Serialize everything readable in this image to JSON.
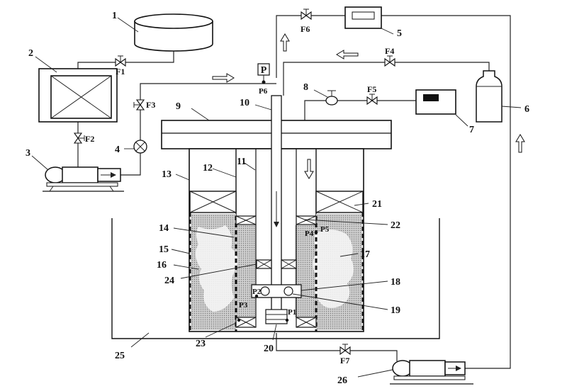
{
  "labels": {
    "n1": "1",
    "n2": "2",
    "n3": "3",
    "n4": "4",
    "n5": "5",
    "n6": "6",
    "n7": "7",
    "n8": "8",
    "n9": "9",
    "n10": "10",
    "n11": "11",
    "n12": "12",
    "n13": "13",
    "n14": "14",
    "n15": "15",
    "n16": "16",
    "n17": "17",
    "n18": "18",
    "n19": "19",
    "n20": "20",
    "n21": "21",
    "n22": "22",
    "n23": "23",
    "n24": "24",
    "n25": "25",
    "n26": "26"
  },
  "valves": {
    "f1": "F1",
    "f2": "F2",
    "f3": "F3",
    "f4": "F4",
    "f5": "F5",
    "f6": "F6",
    "f7": "F7"
  },
  "sensors": {
    "p1": "P1",
    "p2": "P2",
    "p3": "P3",
    "p4": "P4",
    "p5": "P5",
    "p6": "P6"
  },
  "gauge_letter": "P"
}
